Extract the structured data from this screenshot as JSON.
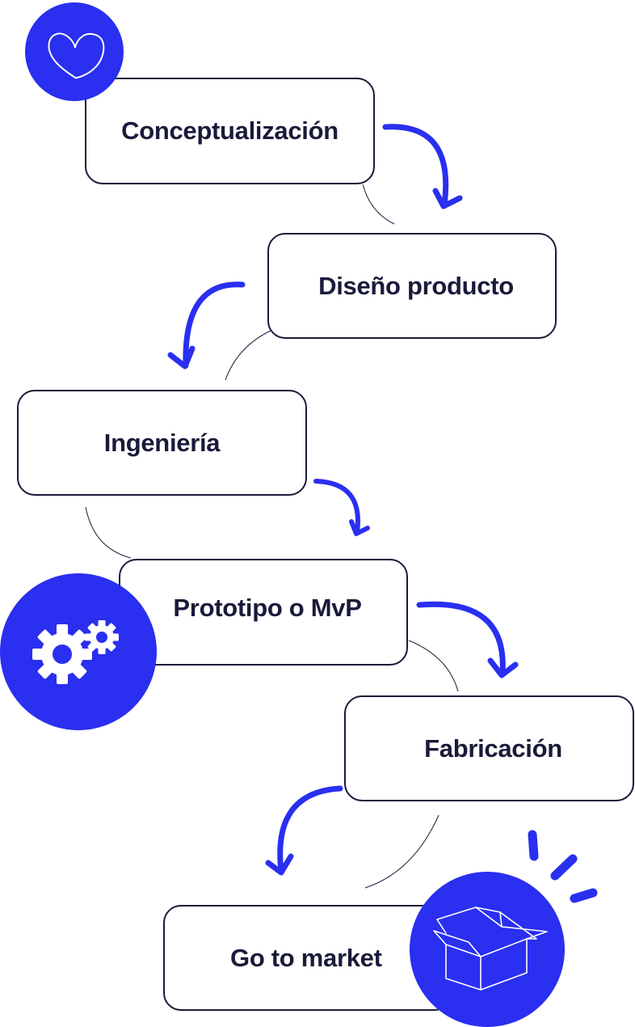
{
  "colors": {
    "accent": "#2a2ff0",
    "ink": "#1a1a3a",
    "background": "#ffffff"
  },
  "steps": [
    {
      "label": "Conceptualización"
    },
    {
      "label": "Diseño producto"
    },
    {
      "label": "Ingeniería"
    },
    {
      "label": "Prototipo o MvP"
    },
    {
      "label": "Fabricación"
    },
    {
      "label": "Go to market"
    }
  ],
  "icons": {
    "heart": "heart-icon",
    "gears": "gears-icon",
    "box": "open-box-icon",
    "arrow": "curved-arrow-icon"
  }
}
